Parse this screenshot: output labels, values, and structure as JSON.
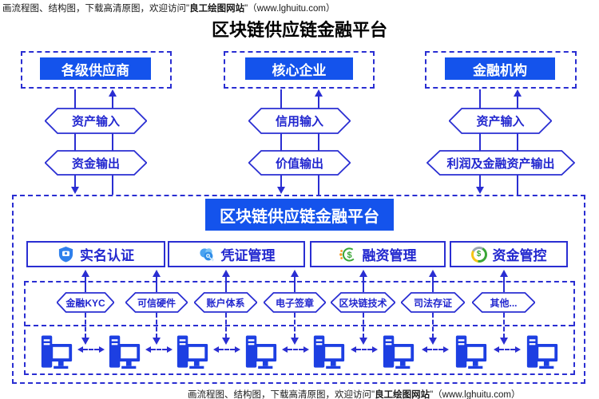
{
  "colors": {
    "accent": "#1453ec",
    "line": "#2a2ed2",
    "text_blue": "#2227cf",
    "computer": "#1d3fe2",
    "icon_green": "#3aa636",
    "icon_orange": "#f59a23",
    "icon_yellow": "#f5c518",
    "icon_blue": "#2f80ec",
    "icon_lightblue": "#4aa3f0"
  },
  "watermark": {
    "prefix": "画流程图、结构图，下载高清原图，欢迎访问\"",
    "brand": "良工绘图网站",
    "suffix": "\"（www.lghuitu.com）"
  },
  "title": "区块链供应链金融平台",
  "actors": [
    {
      "label": "各级供应商",
      "input": "资产输入",
      "output": "资金输出"
    },
    {
      "label": "核心企业",
      "input": "信用输入",
      "output": "价值输出"
    },
    {
      "label": "金融机构",
      "input": "资产输入",
      "output": "利润及金融资产输出"
    }
  ],
  "platform": {
    "title": "区块链供应链金融平台",
    "features": [
      {
        "label": "实名认证",
        "icon": "shield-badge-icon"
      },
      {
        "label": "凭证管理",
        "icon": "cloud-key-icon"
      },
      {
        "label": "融资管理",
        "icon": "dollar-ring-icon"
      },
      {
        "label": "资金管控",
        "icon": "coin-pie-icon"
      }
    ],
    "tech": [
      {
        "label": "金融KYC"
      },
      {
        "label": "可信硬件"
      },
      {
        "label": "账户体系"
      },
      {
        "label": "电子签章"
      },
      {
        "label": "区块链技术"
      },
      {
        "label": "司法存证"
      },
      {
        "label": "其他..."
      }
    ]
  }
}
